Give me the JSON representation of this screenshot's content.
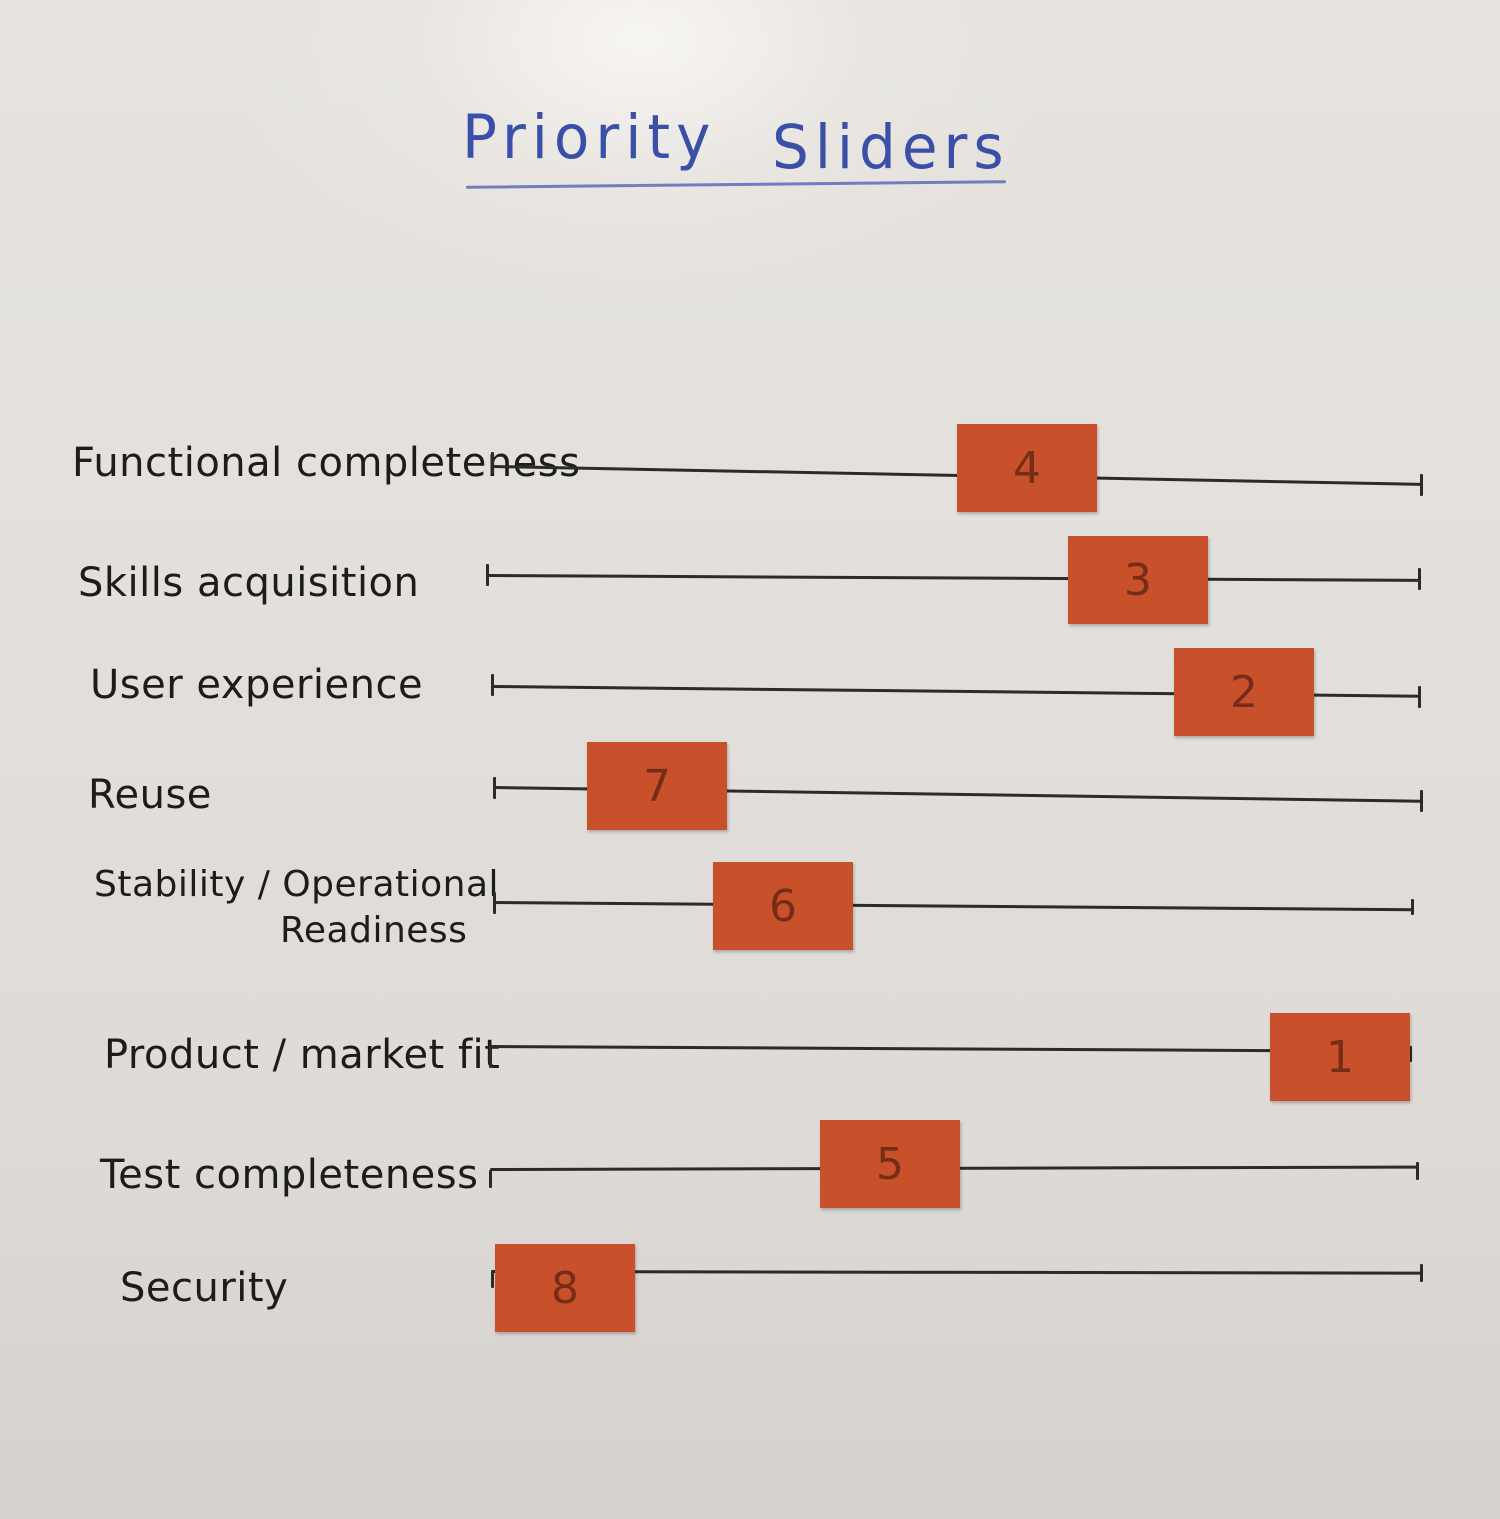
{
  "board": {
    "title_word_1": "Priority",
    "title_word_2": "Sliders",
    "marker_color": "#3a4fa8",
    "note_color": "#c8502b"
  },
  "sliders": [
    {
      "label": "Functional completeness",
      "rank": "4",
      "level": 0.5
    },
    {
      "label": "Skills acquisition",
      "rank": "3",
      "level": 0.62
    },
    {
      "label": "User experience",
      "rank": "2",
      "level": 0.74
    },
    {
      "label": "Reuse",
      "rank": "7",
      "level": 0.1
    },
    {
      "label": "Stability / Operational",
      "label_line2": "Readiness",
      "rank": "6",
      "level": 0.24
    },
    {
      "label": "Product / market fit",
      "rank": "1",
      "level": 0.85
    },
    {
      "label": "Test completeness",
      "rank": "5",
      "level": 0.36
    },
    {
      "label": "Security",
      "rank": "8",
      "level": 0.0
    }
  ]
}
